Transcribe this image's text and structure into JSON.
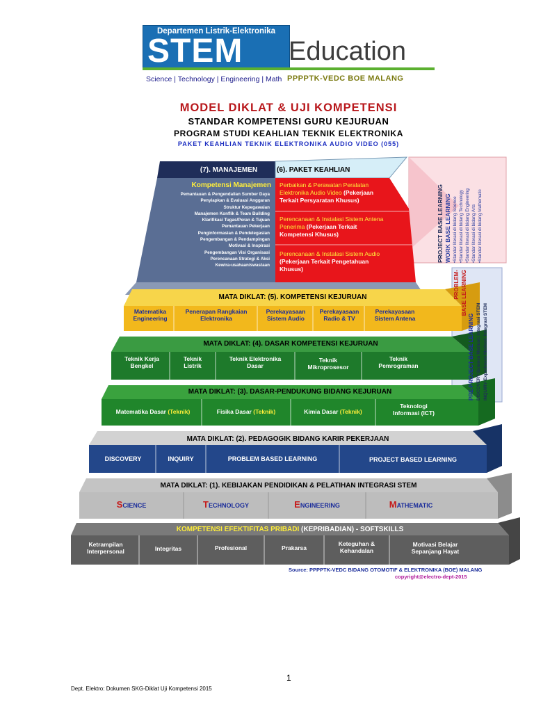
{
  "logo": {
    "dept": "Departemen Listrik-Elektronika",
    "stem": "STEM",
    "education": "Education",
    "subjects": [
      "Science",
      "Technology",
      "Engineering",
      "Math"
    ],
    "org": "PPPPTK-VEDC BOE MALANG"
  },
  "titles": {
    "main": "MODEL DIKLAT & UJI KOMPETENSI",
    "sub1": "STANDAR KOMPETENSI GURU KEJURUAN",
    "sub2": "PROGRAM STUDI KEAHLIAN TEKNIK ELEKTRONIKA",
    "sub3": "PAKET KEAHLIAN TEKNIK ELEKTRONIKA AUDIO VIDEO (055)"
  },
  "top": {
    "manajemen_header": "(7). MANAJEMEN",
    "paket_header": "(6). PAKET KEAHLIAN",
    "manajemen_title": "Kompetensi Manajemen",
    "manajemen_items": [
      "Pemantauan & Pengendalian Sumber Daya",
      "Penyiapkan & Evaluasi Anggaran",
      "Struktur Kepegawaian",
      "Manajemen Konflik & Team Building",
      "Klarifikasi Tugas/Peran & Tujuan",
      "Pemantauan Pekerjaan",
      "Penginformasian & Pendelegasian",
      "Pengembangan & Pendampingan",
      "Motivasi & Inspirasi",
      "Pengembangan Visi Organisasi",
      "Perencanaan Strategi & Aksi",
      "Kewira-usahaan/swastaan"
    ],
    "paket_items": [
      {
        "yellow": "Perbaikan & Perawatan Peralatan Elektronika Audio Video",
        "white": "(Pekerjaan Terkait Persyaratan Khusus)"
      },
      {
        "yellow": "Perencanaan & Instalasi Sistem Antena Penerima",
        "white": "(Pekerjaan Terkait Kompetensi Khusus)"
      },
      {
        "yellow": "Perencanaan & Instalasi Sistem Audio",
        "white": "(Pekerjaan Terkait Pengetahuan Khusus)"
      }
    ]
  },
  "level5": {
    "header": "MATA DIKLAT: (5). KOMPETENSI KEJURUAN",
    "items": [
      [
        "Matematika",
        "Engineering"
      ],
      [
        "Penerapan Rangkaian",
        "Elektronika"
      ],
      [
        "Perekayasaan",
        "Sistem Audio"
      ],
      [
        "Perekayasaan",
        "Radio & TV"
      ],
      [
        "Perekayasaan",
        "Sistem Antena"
      ]
    ]
  },
  "level4": {
    "header": "MATA DIKLAT: (4). DASAR KOMPETENSI KEJURUAN",
    "items": [
      [
        "Teknik Kerja",
        "Bengkel"
      ],
      [
        "Teknik",
        "Listrik"
      ],
      [
        "Teknik Elektronika",
        "Dasar"
      ],
      [
        "Teknik",
        "Mikroprosesor"
      ],
      [
        "Teknik",
        "Pemrograman"
      ]
    ]
  },
  "level3": {
    "header": "MATA DIKLAT: (3). DASAR-PENDUKUNG BIDANG KEJURUAN",
    "items": [
      {
        "text": "Matematika Dasar",
        "tag": "(Teknik)"
      },
      {
        "text": "Fisika Dasar",
        "tag": "(Teknik)"
      },
      {
        "text": "Kimia Dasar",
        "tag": "(Teknik)"
      },
      {
        "text": "Teknologi Informasi (ICT)",
        "tag": ""
      }
    ]
  },
  "level2": {
    "header": "MATA DIKLAT: (2). PEDAGOGIK BIDANG KARIR PEKERJAAN",
    "items": [
      "DISCOVERY",
      "INQUIRY",
      "PROBLEM BASED LEARNING",
      "PROJECT BASED LEARNING"
    ]
  },
  "level1": {
    "header": "MATA DIKLAT: (1). KEBIJAKAN PENDIDIKAN & PELATIHAN INTEGRASI STEM",
    "items": [
      {
        "first": "S",
        "rest": "CIENCE"
      },
      {
        "first": "T",
        "rest": "ECHNOLOGY"
      },
      {
        "first": "E",
        "rest": "NGINEERING"
      },
      {
        "first": "M",
        "rest": "ATHEMATIC"
      }
    ]
  },
  "level0": {
    "header_yellow": "KOMPETENSI EFEKTIFITAS PRIBADI",
    "header_white": "(KEPRIBADIAN) - SOFTSKILLS",
    "items": [
      [
        "Ketrampilan",
        "Interpersonal"
      ],
      [
        "Integritas"
      ],
      [
        "Profesional"
      ],
      [
        "Prakarsa"
      ],
      [
        "Keteguhan &",
        "Kehandalan"
      ],
      [
        "Motivasi Belajar",
        "Sepanjang Hayat"
      ]
    ]
  },
  "side_pink": {
    "title1": "PROJECT BASE LEARNING",
    "title2": "WORK BASE LEARNING",
    "bullets": [
      "Standar literasi di bidang Science",
      "Standar literasi di bidang Technology",
      "Standar literasi di bidang Engineering",
      "Standar literasi di bidang Arts",
      "Standar literasi di bidang Mathematic"
    ]
  },
  "side_blue": {
    "title1": "PROBLEM-",
    "title2": "BASE LEARNING",
    "title3": "PRE-PROJECT BASE LEARNING",
    "line1": "DISCOVERY-Science Method: Integrasi STEM",
    "line2": "INQUIRY-Experiment Method: Integrasi STEM"
  },
  "source": "Source: PPPPTK-VEDC BIDANG OTOMOTIF & ELEKTRONIKA (BOE) MALANG",
  "copyright": "copyright@electro-dept-2015",
  "page_number": "1",
  "footer": "Dept. Elektro: Dokumen SKG-Diklat Uji Kompetensi 2015"
}
